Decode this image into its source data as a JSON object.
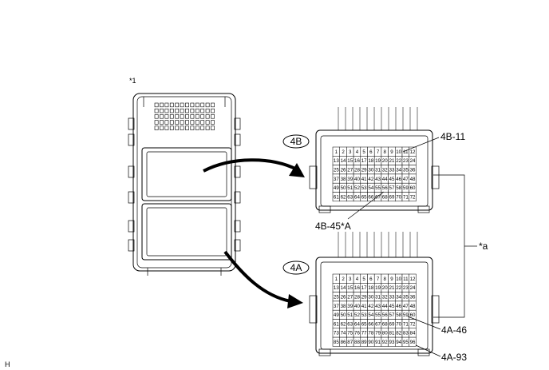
{
  "labels": {
    "view_marker": "*1",
    "connector_4b": "4B",
    "connector_4a": "4A",
    "callout_4b_11": "4B-11",
    "callout_4b_45": "4B-45*A",
    "callout_4a_46": "4A-46",
    "callout_4a_93": "4A-93",
    "note_a": "*a",
    "corner_letter": "H"
  },
  "connector_4b": {
    "rows": 6,
    "cols": 12,
    "first_pin": 1,
    "last_pin": 72
  },
  "connector_4a": {
    "rows": 8,
    "cols": 12,
    "first_pin": 1,
    "last_pin": 96
  }
}
